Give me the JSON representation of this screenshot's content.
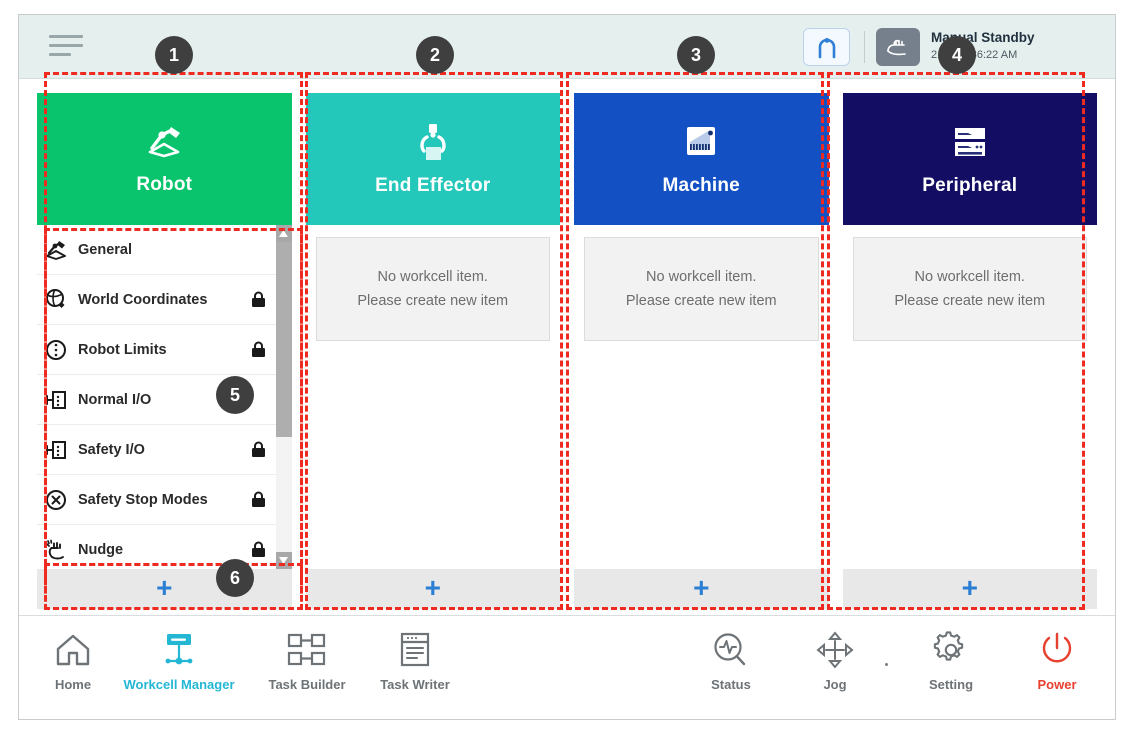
{
  "topbar": {
    "menu_icon": "hamburger-menu-icon",
    "home_pose_icon": "robot-arc-icon",
    "mode_icon": "manual-hand-icon",
    "status_title": "Manual Standby",
    "status_time": "2.22 10:36:22 AM"
  },
  "colors": {
    "robot": "#0ac46d",
    "end_effector": "#23c8bb",
    "machine": "#1350c4",
    "peripheral": "#130e63",
    "accent_plus": "#2a7fd4",
    "active_nav": "#23b7d4",
    "power": "#e8402f",
    "annotation": "#ef2a21"
  },
  "columns": [
    {
      "id": "robot",
      "title": "Robot",
      "icon": "robot-arm-icon",
      "add_label": "+",
      "type": "list",
      "items": [
        {
          "label": "General",
          "icon": "robot-arm-small-icon",
          "locked": false
        },
        {
          "label": "World Coordinates",
          "icon": "globe-coordinates-icon",
          "locked": true
        },
        {
          "label": "Robot Limits",
          "icon": "limits-circle-icon",
          "locked": true
        },
        {
          "label": "Normal I/O",
          "icon": "io-port-icon",
          "locked": false
        },
        {
          "label": "Safety I/O",
          "icon": "io-port-icon",
          "locked": true
        },
        {
          "label": "Safety Stop Modes",
          "icon": "stop-octagon-icon",
          "locked": true
        },
        {
          "label": "Nudge",
          "icon": "nudge-hand-icon",
          "locked": true
        }
      ]
    },
    {
      "id": "end-effector",
      "title": "End Effector",
      "icon": "gripper-icon",
      "add_label": "+",
      "type": "empty",
      "empty_line1": "No workcell item.",
      "empty_line2": "Please create new item"
    },
    {
      "id": "machine",
      "title": "Machine",
      "icon": "machine-icon",
      "add_label": "+",
      "type": "empty",
      "empty_line1": "No workcell item.",
      "empty_line2": "Please create new item"
    },
    {
      "id": "peripheral",
      "title": "Peripheral",
      "icon": "peripheral-rack-icon",
      "add_label": "+",
      "type": "empty",
      "empty_line1": "No workcell item.",
      "empty_line2": "Please create new item"
    }
  ],
  "bottom_nav": [
    {
      "label": "Home",
      "icon": "home-icon",
      "state": "default"
    },
    {
      "label": "Workcell Manager",
      "icon": "workcell-manager-icon",
      "state": "active"
    },
    {
      "label": "Task Builder",
      "icon": "task-builder-icon",
      "state": "default"
    },
    {
      "label": "Task Writer",
      "icon": "task-writer-icon",
      "state": "default"
    },
    {
      "label": "Status",
      "icon": "status-magnifier-icon",
      "state": "default"
    },
    {
      "label": "Jog",
      "icon": "jog-dpad-icon",
      "state": "default"
    },
    {
      "label": "Setting",
      "icon": "gear-icon",
      "state": "default"
    },
    {
      "label": "Power",
      "icon": "power-icon",
      "state": "power"
    }
  ],
  "annotations": [
    {
      "number": "1",
      "target": "robot-column"
    },
    {
      "number": "2",
      "target": "end-effector-column"
    },
    {
      "number": "3",
      "target": "machine-column"
    },
    {
      "number": "4",
      "target": "peripheral-column"
    },
    {
      "number": "5",
      "target": "robot-setting-list"
    },
    {
      "number": "6",
      "target": "add-item-button"
    }
  ]
}
